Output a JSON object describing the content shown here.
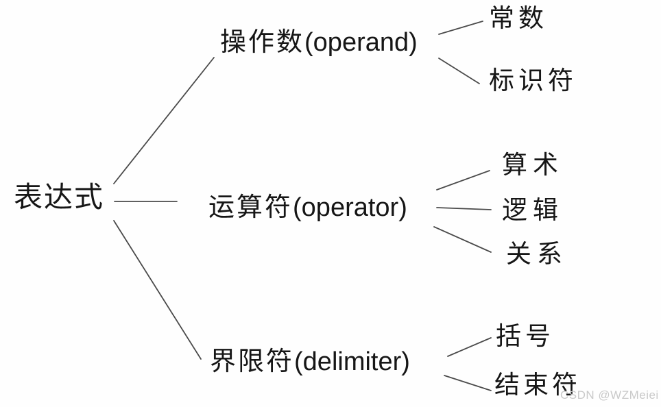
{
  "diagram": {
    "title_hint": "expression composition tree",
    "root": {
      "label": "表达式"
    },
    "branches": [
      {
        "zh": "操作数",
        "en": "(operand)",
        "children": [
          {
            "label": "常数"
          },
          {
            "label": "标识符"
          }
        ]
      },
      {
        "zh": "运算符",
        "en": "(operator)",
        "children": [
          {
            "label": "算术"
          },
          {
            "label": "逻辑"
          },
          {
            "label": "关系"
          }
        ]
      },
      {
        "zh": "界限符",
        "en": "(delimiter)",
        "children": [
          {
            "label": "括号"
          },
          {
            "label": "结束符"
          }
        ]
      }
    ]
  },
  "watermark": {
    "text": "CSDN @WZMeiei",
    "color": "#c9c9c9"
  },
  "colors": {
    "background": "#fefefe",
    "text": "#161616",
    "line": "#4a4a4a"
  }
}
